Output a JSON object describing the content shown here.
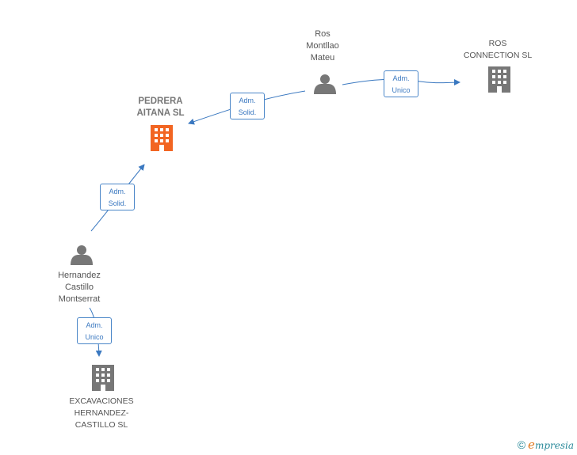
{
  "nodes": {
    "ros_montllao": {
      "label": "Ros\nMontllao\nMateu",
      "icon": "person-icon"
    },
    "ros_connection": {
      "label": "ROS\nCONNECTION SL",
      "icon": "building-icon"
    },
    "pedrera_aitana": {
      "label": "PEDRERA\nAITANA  SL",
      "icon": "building-icon",
      "highlight_color": "#f26522"
    },
    "hernandez_castillo": {
      "label": "Hernandez\nCastillo\nMontserrat",
      "icon": "person-icon"
    },
    "excavaciones": {
      "label": "EXCAVACIONES\nHERNANDEZ-\nCASTILLO  SL",
      "icon": "building-icon"
    }
  },
  "relations": {
    "ros_to_connection": "Adm.\nUnico",
    "ros_to_pedrera": "Adm.\nSolid.",
    "hernandez_to_pedrera": "Adm.\nSolid.",
    "hernandez_to_excavaciones": "Adm.\nUnico"
  },
  "colors": {
    "edge": "#3a78c0",
    "node_gray": "#777777",
    "focus_orange": "#f26522"
  },
  "watermark": {
    "copyright": "©",
    "brand_initial": "e",
    "brand_rest": "mpresia"
  }
}
